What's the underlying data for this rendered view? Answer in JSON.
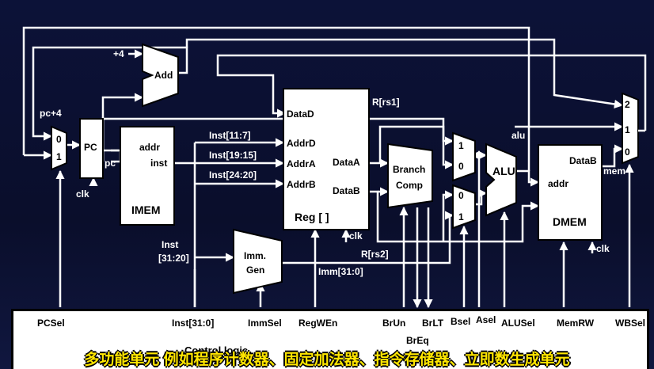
{
  "adder": {
    "plus4": "+4",
    "name": "Add"
  },
  "pc": {
    "label": "PC",
    "pc_plus4": "pc+4",
    "pc_out": "pc",
    "clk": "clk",
    "mux_0": "0",
    "mux_1": "1"
  },
  "imem": {
    "name": "IMEM",
    "addr": "addr",
    "inst": "inst"
  },
  "inst_fields": {
    "rd": "Inst[11:7]",
    "rs1": "Inst[19:15]",
    "rs2": "Inst[24:20]",
    "imm_a": "Inst",
    "imm_b": "[31:20]"
  },
  "regfile": {
    "name": "Reg [ ]",
    "data_d": "DataD",
    "addr_d": "AddrD",
    "addr_a": "AddrA",
    "addr_b": "AddrB",
    "data_a": "DataA",
    "data_b": "DataB",
    "clk": "clk",
    "rs1_out": "R[rs1]",
    "rs2_out": "R[rs2]"
  },
  "immgen": {
    "line1": "Imm.",
    "line2": "Gen",
    "out": "Imm[31:0]"
  },
  "branch": {
    "line1": "Branch",
    "line2": "Comp"
  },
  "amux": {
    "in1": "1",
    "in0": "0"
  },
  "bmux": {
    "in0": "0",
    "in1": "1"
  },
  "alu": {
    "name": "ALU",
    "out": "alu"
  },
  "dmem": {
    "name": "DMEM",
    "addr": "addr",
    "data_b": "DataB",
    "mem": "mem",
    "clk": "clk"
  },
  "wbmux": {
    "in2": "2",
    "in1": "1",
    "in0": "0"
  },
  "control": {
    "title": "Control logic",
    "signals": [
      {
        "name": "PCSel"
      },
      {
        "name": "Inst[31:0]"
      },
      {
        "name": "ImmSel"
      },
      {
        "name": "RegWEn"
      },
      {
        "name": "BrUn"
      },
      {
        "name": "BrEq"
      },
      {
        "name": "BrLT"
      },
      {
        "name": "Bsel"
      },
      {
        "name": "Asel"
      },
      {
        "name": "ALUSel"
      },
      {
        "name": "MemRW"
      },
      {
        "name": "WBSel"
      }
    ]
  },
  "subtitle": "多功能单元 例如程序计数器、固定加法器、指令存储器、立即数生成单元"
}
